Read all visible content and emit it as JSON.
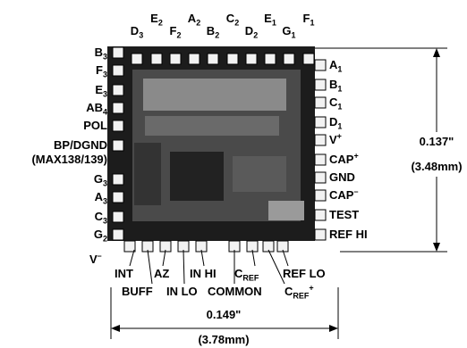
{
  "top_pins": [
    {
      "letter": "D",
      "sub": "3"
    },
    {
      "letter": "E",
      "sub": "2"
    },
    {
      "letter": "F",
      "sub": "2"
    },
    {
      "letter": "A",
      "sub": "2"
    },
    {
      "letter": "B",
      "sub": "2"
    },
    {
      "letter": "C",
      "sub": "2"
    },
    {
      "letter": "D",
      "sub": "2"
    },
    {
      "letter": "E",
      "sub": "1"
    },
    {
      "letter": "G",
      "sub": "1"
    },
    {
      "letter": "F",
      "sub": "1"
    }
  ],
  "left_pins": [
    {
      "letter": "B",
      "sub": "3"
    },
    {
      "letter": "F",
      "sub": "3"
    },
    {
      "letter": "E",
      "sub": "3"
    },
    {
      "letter": "AB",
      "sub": "4"
    },
    {
      "letter": "POL",
      "sub": ""
    },
    {
      "letter": "BP/DGND",
      "sub": ""
    },
    {
      "letter": "(MAX138/139)",
      "sub": ""
    },
    {
      "letter": "G",
      "sub": "3"
    },
    {
      "letter": "A",
      "sub": "3"
    },
    {
      "letter": "C",
      "sub": "3"
    },
    {
      "letter": "G",
      "sub": "2"
    }
  ],
  "right_pins": [
    {
      "letter": "A",
      "sub": "1",
      "sup": ""
    },
    {
      "letter": "B",
      "sub": "1",
      "sup": ""
    },
    {
      "letter": "C",
      "sub": "1",
      "sup": ""
    },
    {
      "letter": "D",
      "sub": "1",
      "sup": ""
    },
    {
      "letter": "V",
      "sub": "",
      "sup": "+"
    },
    {
      "letter": "CAP",
      "sub": "",
      "sup": "+"
    },
    {
      "letter": "GND",
      "sub": "",
      "sup": ""
    },
    {
      "letter": "CAP",
      "sub": "",
      "sup": "–"
    },
    {
      "letter": "TEST",
      "sub": "",
      "sup": ""
    },
    {
      "letter": "REF HI",
      "sub": "",
      "sup": ""
    }
  ],
  "bottom_pins": {
    "v_minus": {
      "letter": "V",
      "sup": "–"
    },
    "int": "INT",
    "buff": "BUFF",
    "az": "AZ",
    "in_lo": "IN LO",
    "in_hi": "IN HI",
    "common": "COMMON",
    "cref": {
      "letter": "C",
      "sub": "REF"
    },
    "cref_plus": {
      "letter": "C",
      "sub": "REF",
      "sup": "+"
    },
    "ref_lo": "REF LO"
  },
  "dimensions": {
    "height_in": "0.137\"",
    "height_mm": "(3.48mm)",
    "width_in": "0.149\"",
    "width_mm": "(3.78mm)"
  },
  "colors": {
    "die": "#1c1c1c",
    "pad": "#f2f2f2",
    "background": "#ffffff",
    "ink": "#000000"
  }
}
